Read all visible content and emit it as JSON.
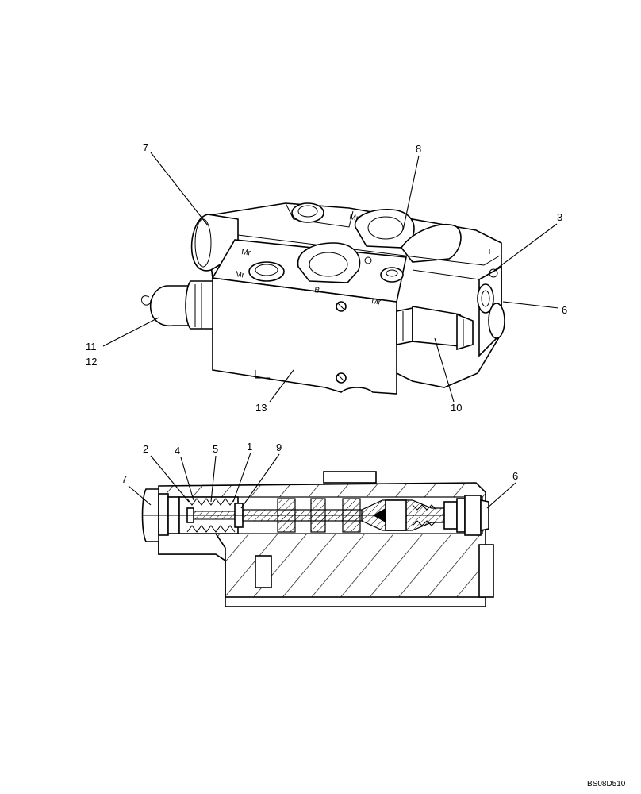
{
  "callouts": {
    "iso_7": "7",
    "iso_8": "8",
    "iso_3": "3",
    "iso_6": "6",
    "iso_11": "11",
    "iso_12": "12",
    "iso_13": "13",
    "iso_10": "10",
    "sec_2": "2",
    "sec_4": "4",
    "sec_5": "5",
    "sec_1": "1",
    "sec_9": "9",
    "sec_7": "7",
    "sec_6": "6"
  },
  "figure_code": "BS08D510"
}
